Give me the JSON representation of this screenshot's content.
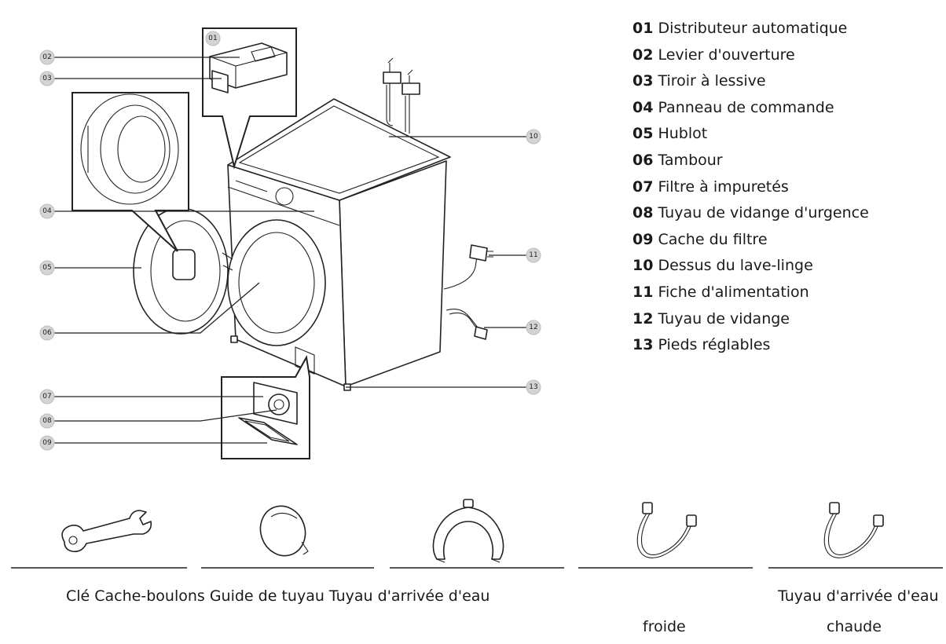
{
  "callouts": [
    "01",
    "02",
    "03",
    "04",
    "05",
    "06",
    "07",
    "08",
    "09",
    "10",
    "11",
    "12",
    "13"
  ],
  "legend": [
    {
      "num": "01",
      "label": "Distributeur automatique"
    },
    {
      "num": "02",
      "label": "Levier d'ouverture"
    },
    {
      "num": "03",
      "label": "Tiroir à lessive"
    },
    {
      "num": "04",
      "label": "Panneau de commande"
    },
    {
      "num": "05",
      "label": "Hublot"
    },
    {
      "num": "06",
      "label": "Tambour"
    },
    {
      "num": "07",
      "label": "Filtre à impuretés"
    },
    {
      "num": "08",
      "label": "Tuyau de vidange d'urgence"
    },
    {
      "num": "09",
      "label": "Cache du filtre"
    },
    {
      "num": "10",
      "label": "Dessus du lave-linge"
    },
    {
      "num": "11",
      "label": "Fiche d'alimentation"
    },
    {
      "num": "12",
      "label": "Tuyau de vidange"
    },
    {
      "num": "13",
      "label": "Pieds réglables"
    }
  ],
  "accessories": {
    "line1": "Clé Cache-boulons Guide de tuyau Tuyau d'arrivée d'eau",
    "cold_suffix": "froide",
    "hot_line1": "Tuyau d'arrivée d'eau",
    "hot_line2": "chaude"
  }
}
